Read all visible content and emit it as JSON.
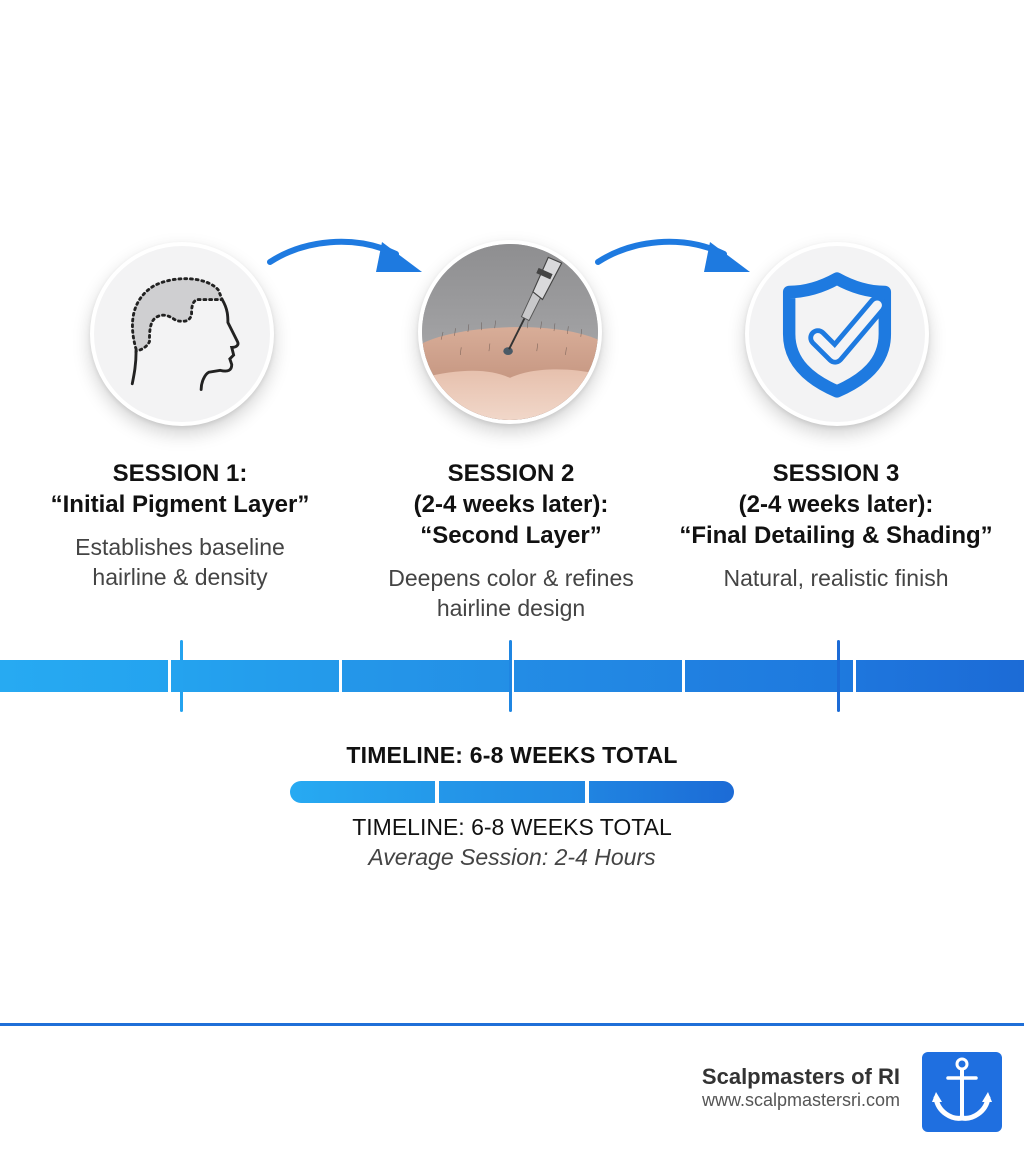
{
  "colors": {
    "accent": "#1e7ae0",
    "accent_light": "#27aaf2",
    "accent_dark": "#1c6bd6",
    "footer_line": "#1f6fd8",
    "logo_bg": "#1f6fe0"
  },
  "steps": [
    {
      "icon": "head-profile-hairline-icon",
      "title_line1": "SESSION 1:",
      "title_line2": "“Initial Pigment Layer”",
      "desc_line1": "Establishes baseline",
      "desc_line2": "hairline & density"
    },
    {
      "icon": "needle-scalp-icon",
      "title_line1": "SESSION 2",
      "title_line2": "(2-4 weeks later):",
      "title_line3": "“Second Layer”",
      "desc_line1": "Deepens color & refines",
      "desc_line2": "hairline design"
    },
    {
      "icon": "shield-check-icon",
      "title_line1": "SESSION 3",
      "title_line2": "(2-4 weeks later):",
      "title_line3": "“Final Detailing & Shading”",
      "desc_line1": "Natural, realistic finish"
    }
  ],
  "timeline": {
    "title": "TIMELINE: 6-8 WEEKS TOTAL",
    "subtitle": "TIMELINE: 6-8 WEEKS TOTAL",
    "average": "Average Session: 2-4 Hours"
  },
  "footer": {
    "brand_name": "Scalpmasters of RI",
    "brand_url": "www.scalpmastersri.com",
    "logo_icon": "anchor-icon"
  }
}
